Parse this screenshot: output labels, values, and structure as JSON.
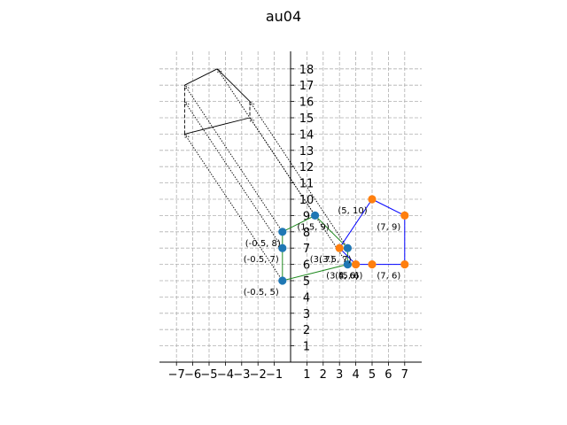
{
  "chart_data": {
    "type": "line",
    "title": "au04",
    "xlabel": "",
    "ylabel": "",
    "xlim": [
      -8,
      8
    ],
    "ylim": [
      -0.5,
      19
    ],
    "grid": true,
    "xticks": [
      -7,
      -6,
      -5,
      -4,
      -3,
      -2,
      -1,
      1,
      2,
      3,
      4,
      5,
      6,
      7
    ],
    "yticks": [
      1,
      2,
      3,
      4,
      5,
      6,
      7,
      8,
      9,
      10,
      11,
      12,
      13,
      14,
      15,
      16,
      17,
      18
    ],
    "xtick_labels": [
      "−7",
      "−6",
      "−5",
      "−4",
      "−3",
      "−2",
      "−1",
      "1",
      "2",
      "3",
      "4",
      "5",
      "6",
      "7"
    ],
    "ytick_labels": [
      "1",
      "2",
      "3",
      "4",
      "5",
      "6",
      "7",
      "8",
      "9",
      "10",
      "11",
      "12",
      "13",
      "14",
      "15",
      "16",
      "17",
      "18"
    ],
    "series": [
      {
        "color": "#1f77b4",
        "line_color": "#228b22",
        "points": [
          {
            "x": 1.5,
            "y": 9,
            "label": "(1.5, 9)"
          },
          {
            "x": 3.5,
            "y": 7,
            "label": "(3.5, 7)"
          },
          {
            "x": 3.5,
            "y": 6,
            "label": "(3.5, 6)"
          },
          {
            "x": -0.5,
            "y": 5,
            "label": "(-0.5, 5)"
          },
          {
            "x": -0.5,
            "y": 7,
            "label": "(-0.5, 7)"
          },
          {
            "x": -0.5,
            "y": 8,
            "label": "(-0.5, 8)"
          }
        ]
      },
      {
        "color": "#ff7f0e",
        "line_color": "#0000ff",
        "points": [
          {
            "x": 5,
            "y": 10,
            "label": "(5, 10)"
          },
          {
            "x": 7,
            "y": 9,
            "label": "(7, 9)"
          },
          {
            "x": 7,
            "y": 6,
            "label": "(7, 6)"
          },
          {
            "x": 5,
            "y": 6,
            "label": "(5, 6)"
          },
          {
            "x": 4,
            "y": 6,
            "label": "(4, 6)"
          },
          {
            "x": 3,
            "y": 7,
            "label": "(3, 7)"
          }
        ]
      }
    ],
    "prism": {
      "front": [
        [
          -4.5,
          18
        ],
        [
          -2.5,
          16
        ],
        [
          -2.5,
          15
        ],
        [
          -6.5,
          14
        ],
        [
          -6.5,
          16
        ],
        [
          -6.5,
          17
        ]
      ],
      "projection_targets": [
        [
          1.5,
          9
        ],
        [
          3.5,
          7
        ],
        [
          3.5,
          6
        ],
        [
          -0.5,
          5
        ],
        [
          -0.5,
          7
        ],
        [
          -0.5,
          8
        ]
      ]
    }
  }
}
